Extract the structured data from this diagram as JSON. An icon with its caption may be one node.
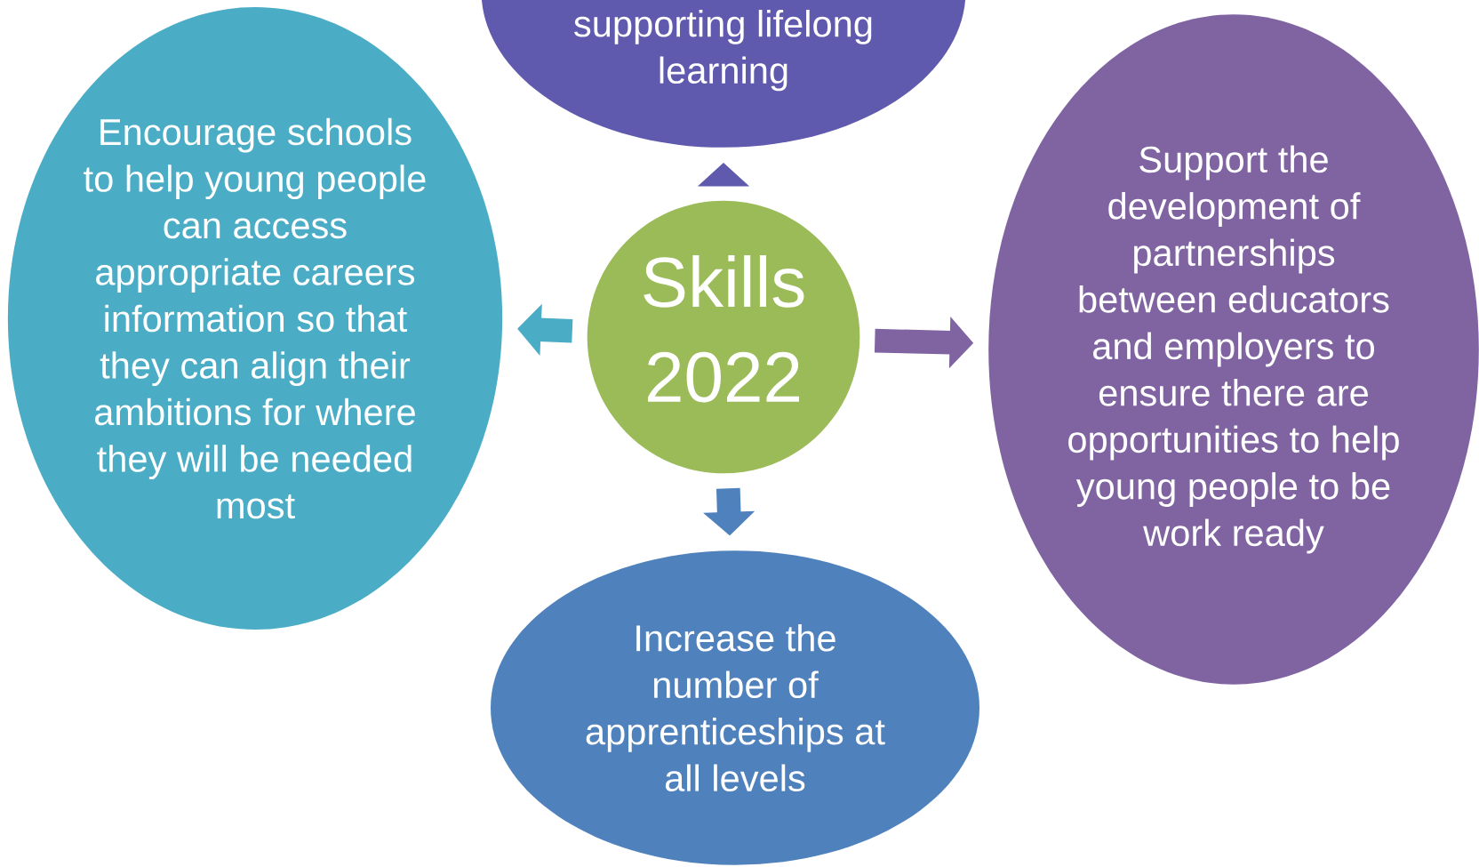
{
  "diagram": {
    "nodes": [
      {
        "text": [
          "supporting lifelong learning"
        ]
      },
      {
        "text": [
          "Encourage schools to help young people can access appropriate careers information so that they can align their ambitions for where they will be needed most"
        ]
      },
      {
        "text": [
          "Skills",
          "2022"
        ]
      },
      {
        "text": [
          "Support the development of partnerships between educators and employers to ensure there are opportunities to help young people to be work ready"
        ]
      },
      {
        "text": [
          "Increase the number of apprenticeships at all levels"
        ]
      }
    ],
    "edges": [
      {
        "from": 2,
        "to": 0,
        "arrow": "to",
        "color": "#5f5aad"
      },
      {
        "from": 2,
        "to": 1,
        "arrow": "to",
        "color": "#4bacc6"
      },
      {
        "from": 2,
        "to": 3,
        "arrow": "to",
        "color": "#8064a2"
      },
      {
        "from": 2,
        "to": 4,
        "arrow": "to",
        "color": "#4f81bd"
      }
    ]
  }
}
